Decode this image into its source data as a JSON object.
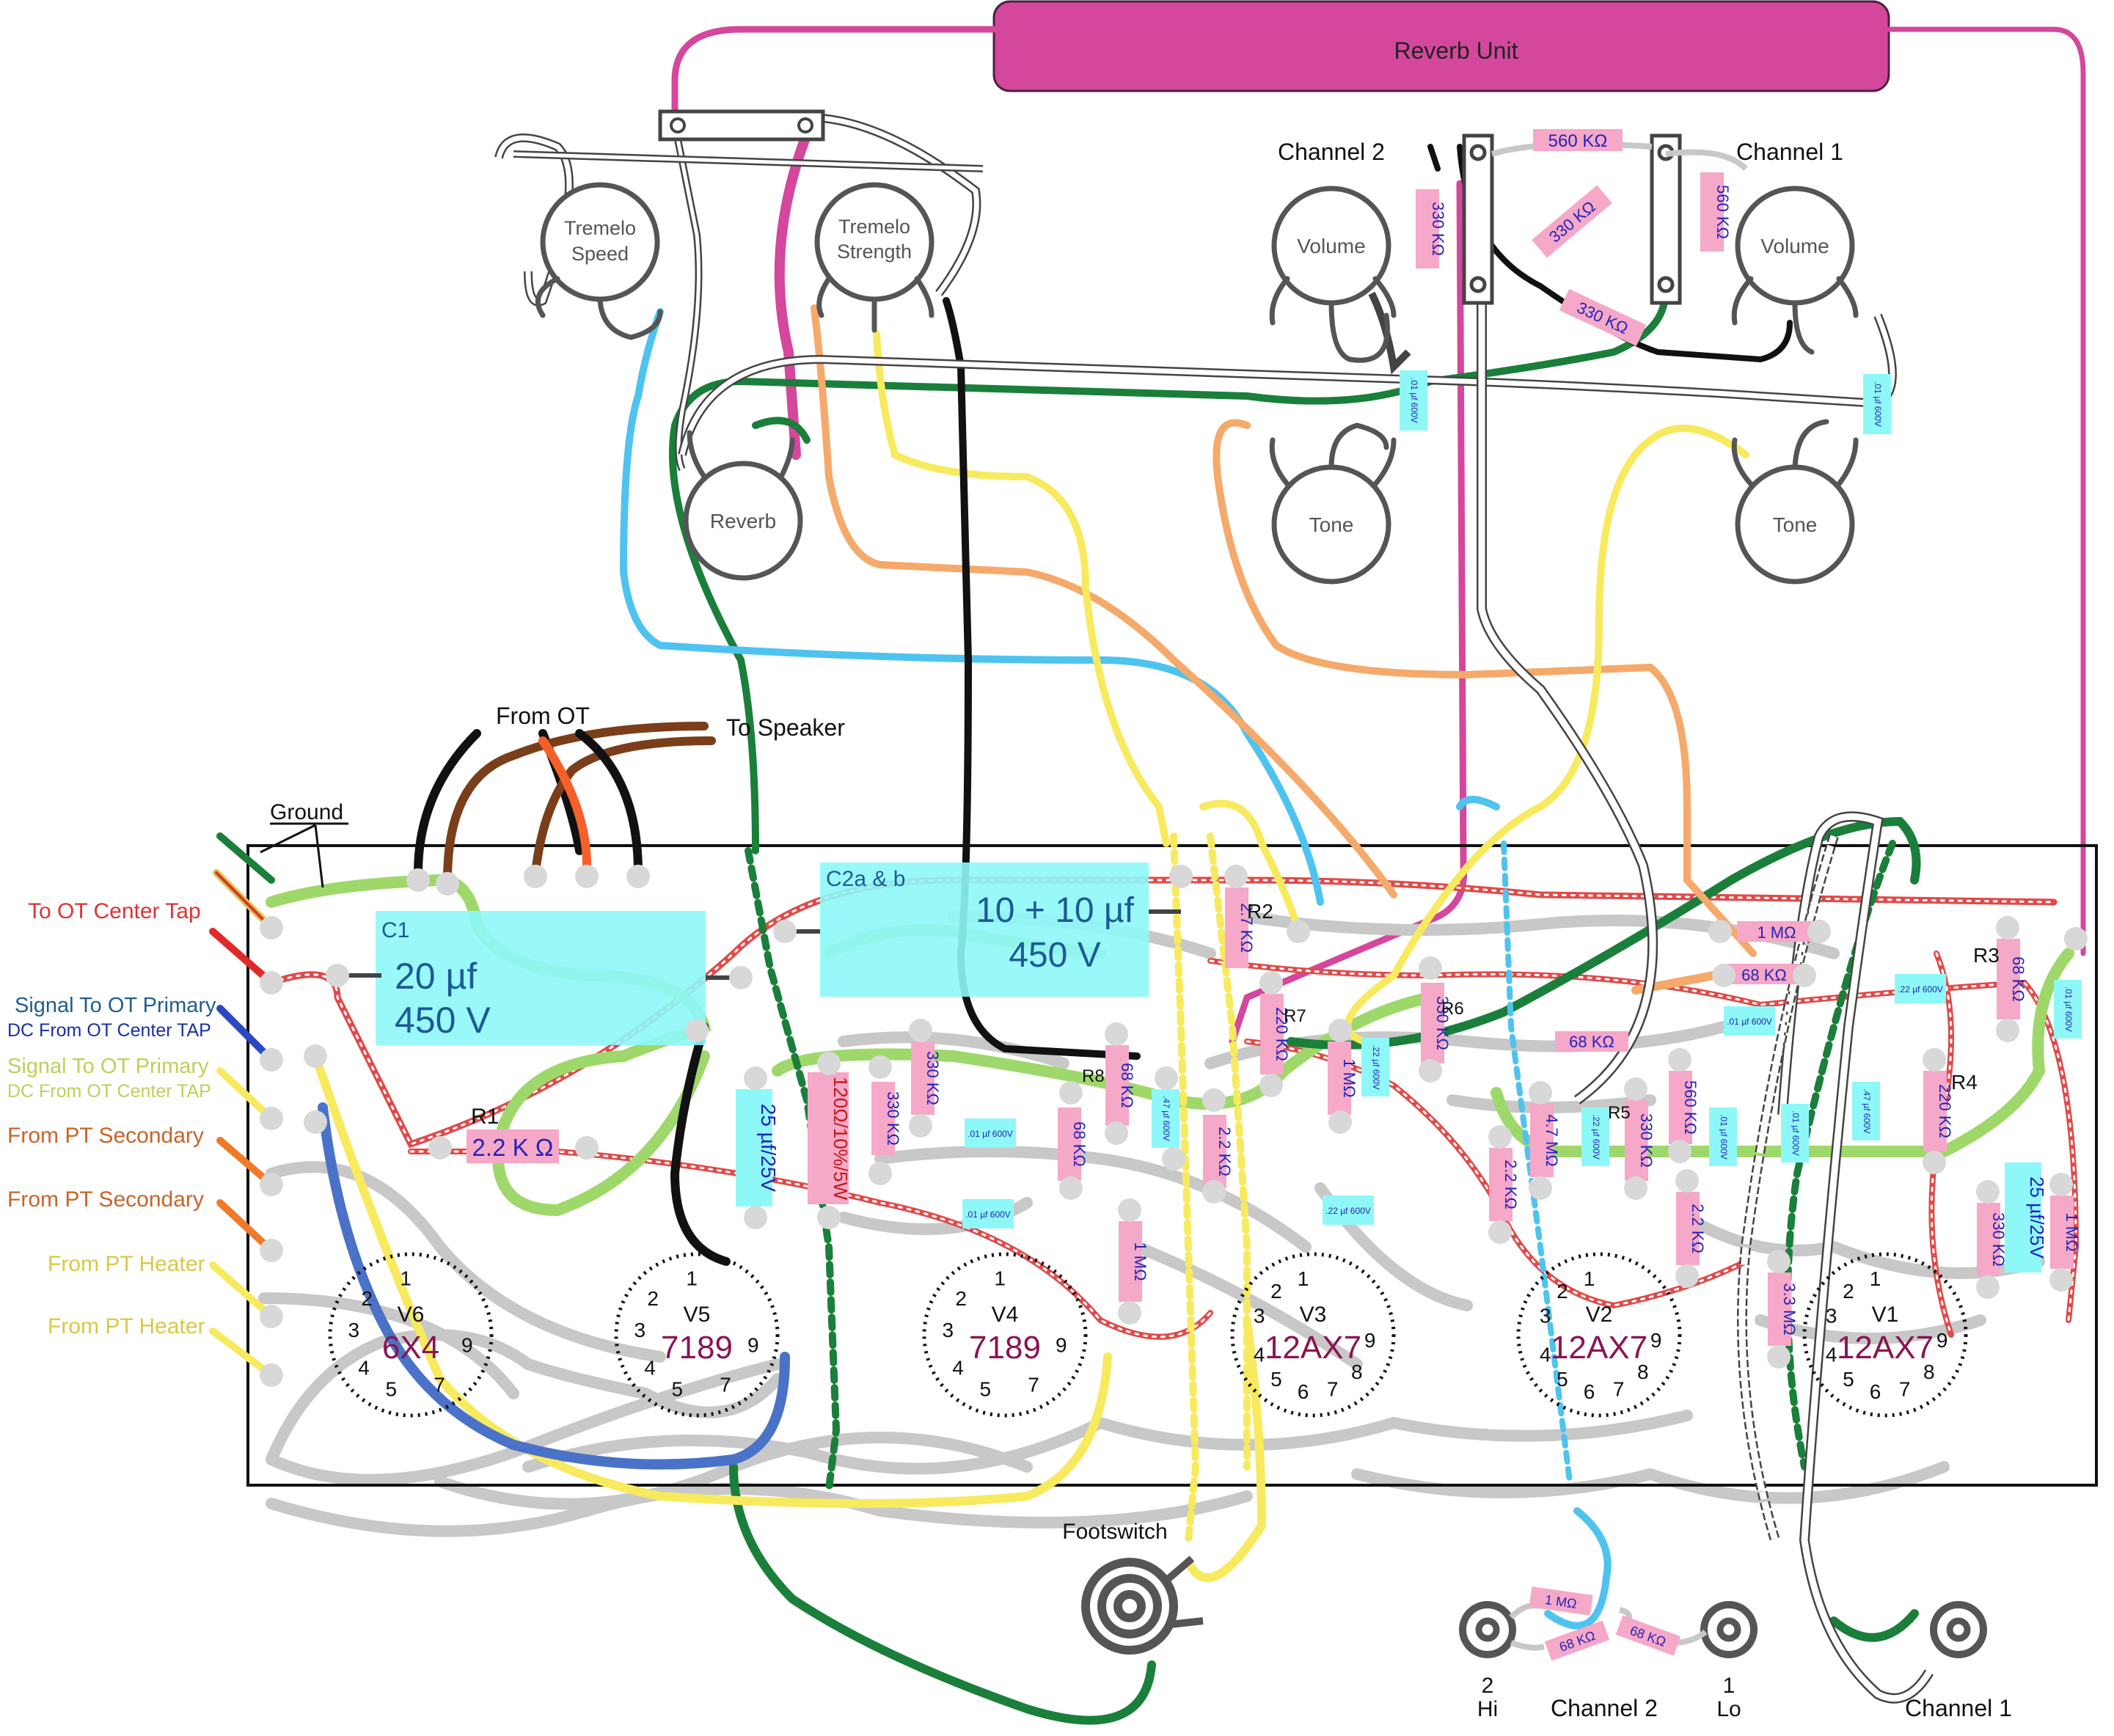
{
  "reverb_unit": "Reverb Unit",
  "pots": {
    "tremelo_speed": [
      "Tremelo",
      "Speed"
    ],
    "tremelo_strength": [
      "Tremelo",
      "Strength"
    ],
    "reverb": "Reverb",
    "ch2_volume": "Volume",
    "ch2_tone": "Tone",
    "ch1_volume": "Volume",
    "ch1_tone": "Tone"
  },
  "channel_labels": {
    "ch2": "Channel 2",
    "ch1": "Channel 1"
  },
  "pot_resistors": {
    "r560_top": "560 KΩ",
    "r330_left": "330 KΩ",
    "r330_diag": "330 KΩ",
    "r330_low": "330 KΩ",
    "r560_right": "560 KΩ"
  },
  "pot_caps": {
    "ch2": ".01 µf 600V",
    "ch1": ".01 µf 600V"
  },
  "ot_labels": {
    "from_ot": "From OT",
    "to_speaker": "To Speaker"
  },
  "left_labels": {
    "ground": "Ground",
    "ot_center_tap": "To OT Center Tap",
    "signal_ot_primary_1": "Signal To OT Primary",
    "dc_ot_center_1": "DC From OT Center TAP",
    "signal_ot_primary_2": "Signal To OT Primary",
    "dc_ot_center_2": "DC From OT Center TAP",
    "pt_secondary_1": "From PT Secondary",
    "pt_secondary_2": "From PT Secondary",
    "pt_heater_1": "From PT Heater",
    "pt_heater_2": "From PT Heater"
  },
  "capacitors": {
    "c1_label": "C1",
    "c1_value": "20 µf",
    "c1_voltage": "450 V",
    "c2_label": "C2a & b",
    "c2_value": "10 + 10 µf",
    "c2_voltage": "450 V"
  },
  "board_resistors": {
    "r1_label": "R1",
    "r1_value": "2.2 K Ω",
    "r2_label": "R2",
    "r2_value": "2.7 KΩ",
    "r3_label": "R3",
    "r3_value": "68 KΩ",
    "r4_label": "R4",
    "r4_value": "220 KΩ",
    "r5_label": "R5",
    "r5_value": "330 KΩ",
    "r6_label": "R6",
    "r6_value": "330 KΩ",
    "r7_label": "R7",
    "r7_value": "220 KΩ",
    "r8_label": "R8",
    "r8_value": "68 KΩ",
    "power_res": "120Ω/10%/5W",
    "r330_v5": "330 KΩ",
    "r330_v5b": "330 KΩ",
    "r68_v4": "68 KΩ",
    "r22_v4": "2.2 KΩ",
    "r1m_v4": "1 MΩ",
    "r1m_v3": "1 MΩ",
    "r22_v2": "2.2 KΩ",
    "r47m": "4.7 MΩ",
    "r560_v2": "560 KΩ",
    "r22_v2b": "2.2 KΩ",
    "r33m": "3.3 MΩ",
    "r1m_top": "1 MΩ",
    "r68_top": "68 KΩ",
    "r68_mid": "68 KΩ",
    "r330_v1": "330 KΩ",
    "r1m_v1": "1 MΩ"
  },
  "board_caps": {
    "c25_v5": "25 µf/25V",
    "c25_v1": "25 µf/25V",
    "c01_v4a": ".01 µf 600V",
    "c01_v4b": ".01 µf 600V",
    "c47_v4": ".47 µf 600V",
    "c22_v3": ".22 µf 600V",
    "c22_r7": ".22 µf 600V",
    "c22_v2": ".22 µf 600V",
    "c01_v2a": ".01 µf 600V",
    "c01_v2b": ".01 µf 600V",
    "c01_top": ".01 µf 600V",
    "c47_v1": ".47 µf 600V",
    "c22_r3": ".22 µf 600V",
    "c01_right": ".01 µf 600V"
  },
  "tubes": [
    {
      "id": "V6",
      "type": "6X4"
    },
    {
      "id": "V5",
      "type": "7189"
    },
    {
      "id": "V4",
      "type": "7189"
    },
    {
      "id": "V3",
      "type": "12AX7"
    },
    {
      "id": "V2",
      "type": "12AX7"
    },
    {
      "id": "V1",
      "type": "12AX7"
    }
  ],
  "footswitch": "Footswitch",
  "input_jacks": {
    "ch2_hi": [
      "2",
      "Hi"
    ],
    "ch2_lo": [
      "1",
      "Lo"
    ],
    "ch2_label": "Channel 2",
    "ch1_label": "Channel 1",
    "jack_res_1m": "1 MΩ",
    "jack_res_68a": "68 KΩ",
    "jack_res_68b": "68 KΩ"
  },
  "colors": {
    "reverb_unit": "#d4479c",
    "cap_fill": "#8ef8f8",
    "resistor_fill": "#f5a8c8",
    "light_green": "#9fd86a",
    "dark_green": "#1a7f3a",
    "skyblue": "#4fc3ef",
    "orange": "#f5a96a",
    "yellow": "#f7ea5e",
    "gray": "#c8c8c8",
    "tube_label": "#8a1452"
  }
}
